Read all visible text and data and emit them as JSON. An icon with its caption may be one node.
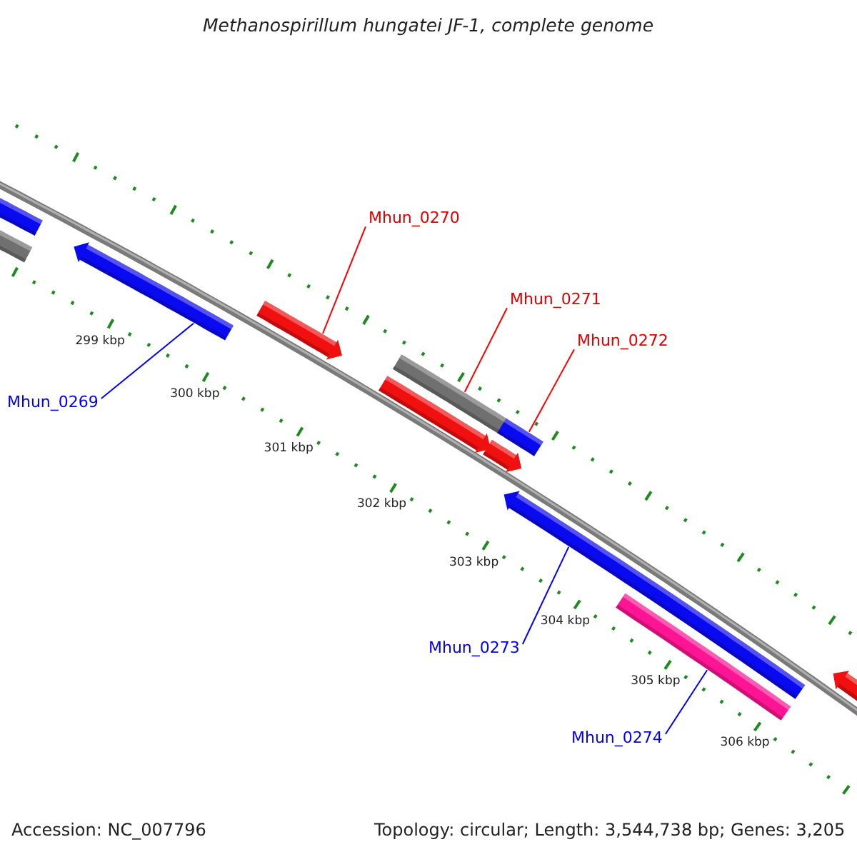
{
  "diagram": {
    "title": "Methanospirillum hungatei JF-1, complete genome",
    "nodes": [
      {
        "text": [
          "Mhun_0270"
        ]
      },
      {
        "text": [
          "Mhun_0271"
        ]
      },
      {
        "text": [
          "Mhun_0272"
        ]
      },
      {
        "text": [
          "Mhun_0269"
        ]
      },
      {
        "text": [
          "Mhun_0273"
        ]
      },
      {
        "text": [
          "Mhun_0274"
        ]
      },
      {
        "text": [],
        "shape": "arrow"
      },
      {
        "text": [],
        "shape": "bar"
      },
      {
        "text": [],
        "shape": "arrow"
      },
      {
        "text": [],
        "shape": "arrow"
      },
      {
        "text": [],
        "shape": "arrow"
      },
      {
        "text": [],
        "shape": "bar"
      },
      {
        "text": [],
        "shape": "arrow"
      },
      {
        "text": [],
        "shape": "bar"
      },
      {
        "text": [],
        "shape": "arrow"
      },
      {
        "text": [],
        "shape": "bar"
      },
      {
        "text": [],
        "shape": "arrow"
      }
    ],
    "edges": [
      {
        "from": 0,
        "to": 9,
        "arrow": "none",
        "color": "#ff0000"
      },
      {
        "from": 1,
        "to": 11,
        "arrow": "none",
        "color": "#ff0000"
      },
      {
        "from": 2,
        "to": 13,
        "arrow": "none",
        "color": "#ff0000"
      },
      {
        "from": 3,
        "to": 8,
        "arrow": "none",
        "color": "#0000ff"
      },
      {
        "from": 4,
        "to": 14,
        "arrow": "none",
        "color": "#0000ff"
      },
      {
        "from": 5,
        "to": 15,
        "arrow": "none",
        "color": "#0000ff"
      }
    ],
    "labels": [
      "299 kbp",
      "300 kbp",
      "301 kbp",
      "302 kbp",
      "303 kbp",
      "304 kbp",
      "305 kbp",
      "306 kbp",
      "Accession: NC_007796",
      "Topology: circular; Length: 3,544,738 bp; Genes: 3,205"
    ]
  }
}
